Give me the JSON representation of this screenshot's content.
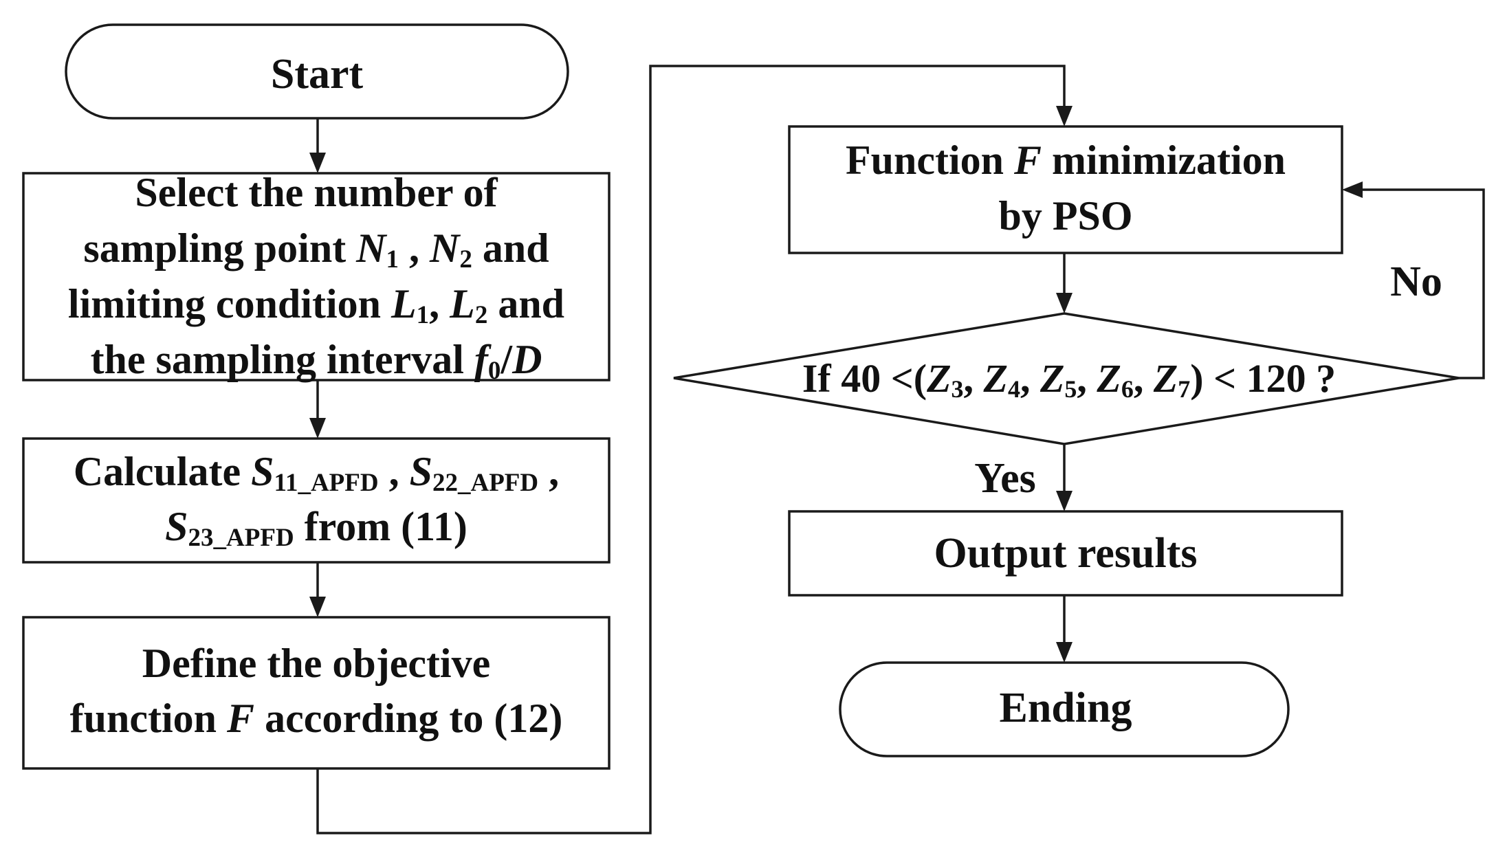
{
  "nodes": {
    "start": {
      "lines": [
        [
          {
            "t": "Start"
          }
        ]
      ]
    },
    "select": {
      "lines": [
        [
          {
            "t": "Select the number of"
          }
        ],
        [
          {
            "t": "sampling point "
          },
          {
            "t": "N",
            "i": true
          },
          {
            "t": "1",
            "sub": true
          },
          {
            "t": " , "
          },
          {
            "t": "N",
            "i": true
          },
          {
            "t": "2",
            "sub": true
          },
          {
            "t": " and"
          }
        ],
        [
          {
            "t": "limiting condition "
          },
          {
            "t": "L",
            "i": true
          },
          {
            "t": "1",
            "sub": true
          },
          {
            "t": ", "
          },
          {
            "t": "L",
            "i": true
          },
          {
            "t": "2",
            "sub": true
          },
          {
            "t": " and"
          }
        ],
        [
          {
            "t": "the sampling interval "
          },
          {
            "t": "f",
            "i": true
          },
          {
            "t": "0",
            "sub": true
          },
          {
            "t": "/"
          },
          {
            "t": "D",
            "i": true
          }
        ]
      ]
    },
    "calculate": {
      "lines": [
        [
          {
            "t": "Calculate "
          },
          {
            "t": "S",
            "i": true
          },
          {
            "t": "11_APFD",
            "sub": true
          },
          {
            "t": " , "
          },
          {
            "t": "S",
            "i": true
          },
          {
            "t": "22_APFD",
            "sub": true
          },
          {
            "t": " ,"
          }
        ],
        [
          {
            "t": "S",
            "i": true
          },
          {
            "t": "23_APFD",
            "sub": true
          },
          {
            "t": " from (11)"
          }
        ]
      ]
    },
    "define": {
      "lines": [
        [
          {
            "t": "Define the objective"
          }
        ],
        [
          {
            "t": "function "
          },
          {
            "t": "F",
            "i": true
          },
          {
            "t": " according to (12)"
          }
        ]
      ]
    },
    "pso": {
      "lines": [
        [
          {
            "t": "Function "
          },
          {
            "t": "F",
            "i": true
          },
          {
            "t": " minimization"
          }
        ],
        [
          {
            "t": "by PSO"
          }
        ]
      ]
    },
    "decision": {
      "lines": [
        [
          {
            "t": "If 40 <("
          },
          {
            "t": "Z",
            "i": true
          },
          {
            "t": "3",
            "sub": true
          },
          {
            "t": ", "
          },
          {
            "t": "Z",
            "i": true
          },
          {
            "t": "4",
            "sub": true
          },
          {
            "t": ", "
          },
          {
            "t": "Z",
            "i": true
          },
          {
            "t": "5",
            "sub": true
          },
          {
            "t": ", "
          },
          {
            "t": "Z",
            "i": true
          },
          {
            "t": "6",
            "sub": true
          },
          {
            "t": ", "
          },
          {
            "t": "Z",
            "i": true
          },
          {
            "t": "7",
            "sub": true
          },
          {
            "t": ") < 120 ?"
          }
        ]
      ]
    },
    "output": {
      "lines": [
        [
          {
            "t": "Output results"
          }
        ]
      ]
    },
    "ending": {
      "lines": [
        [
          {
            "t": "Ending"
          }
        ]
      ]
    }
  },
  "edges": {
    "no_label": "No",
    "yes_label": "Yes"
  },
  "colors": {
    "stroke": "#1a1a1a",
    "text": "#111111",
    "background": "#ffffff"
  }
}
